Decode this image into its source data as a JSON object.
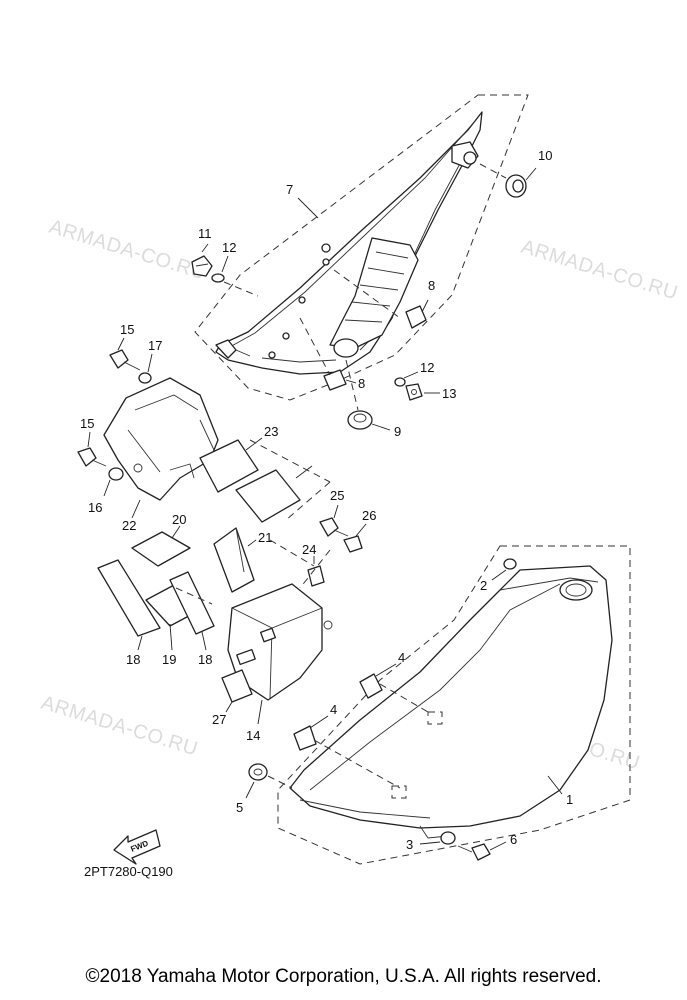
{
  "watermarks": [
    "ARMADA-CO.RU",
    "ARMADA-CO.RU",
    "ARMADA-CO.RU",
    "ARMADA-CO.RU"
  ],
  "callouts": {
    "n1": "1",
    "n2": "2",
    "n3": "3",
    "n4a": "4",
    "n4b": "4",
    "n5": "5",
    "n6": "6",
    "n7": "7",
    "n8a": "8",
    "n8b": "8",
    "n9": "9",
    "n10": "10",
    "n11": "11",
    "n12a": "12",
    "n12b": "12",
    "n13": "13",
    "n14": "14",
    "n15a": "15",
    "n15b": "15",
    "n16": "16",
    "n17": "17",
    "n18a": "18",
    "n18b": "18",
    "n19": "19",
    "n20": "20",
    "n21": "21",
    "n22": "22",
    "n23": "23",
    "n24": "24",
    "n25": "25",
    "n26": "26",
    "n27": "27"
  },
  "fwd_label": "FWD",
  "diagram_code": "2PT7280-Q190",
  "copyright": "©2018 Yamaha Motor Corporation, U.S.A. All rights reserved."
}
